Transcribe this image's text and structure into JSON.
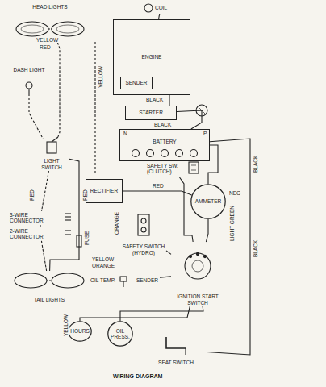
{
  "diagram": {
    "title": "WIRING DIAGRAM",
    "nodes": [
      {
        "text": [
          "HEAD LIGHTS"
        ]
      },
      {
        "text": [
          "COIL"
        ]
      },
      {
        "text": [
          "ENGINE"
        ]
      },
      {
        "text": [
          "SENDER"
        ],
        "in": 2
      },
      {
        "text": [
          "STARTER"
        ]
      },
      {
        "text": [
          "BATTERY"
        ]
      },
      {
        "text": [
          "DASH LIGHT"
        ]
      },
      {
        "text": [
          "LIGHT SWITCH"
        ]
      },
      {
        "text": [
          "SAFETY SW. (CLUTCH)"
        ]
      },
      {
        "text": [
          "RECTIFIER"
        ]
      },
      {
        "text": [
          "AMMETER"
        ]
      },
      {
        "text": [
          "SAFETY SWITCH (HYDRO)"
        ]
      },
      {
        "text": [
          "3-WIRE CONNECTOR"
        ]
      },
      {
        "text": [
          "2-WIRE CONNECTOR"
        ]
      },
      {
        "text": [
          "TAIL LIGHTS"
        ]
      },
      {
        "text": [
          "OIL TEMP.",
          "SENDER"
        ]
      },
      {
        "text": [
          "IGNITION START SWITCH"
        ]
      },
      {
        "text": [
          "HOURS"
        ]
      },
      {
        "text": [
          "OIL PRESS."
        ]
      },
      {
        "text": [
          "SEAT SWITCH"
        ]
      }
    ],
    "edges": [
      {
        "from": 0,
        "to": 7,
        "arrow": "none"
      },
      {
        "from": 6,
        "to": 7,
        "arrow": "none"
      },
      {
        "from": 1,
        "to": 2,
        "arrow": "none"
      },
      {
        "from": 4,
        "to": 5,
        "arrow": "none"
      },
      {
        "from": 5,
        "to": 10,
        "arrow": "none"
      },
      {
        "from": 9,
        "to": 10,
        "arrow": "none"
      },
      {
        "from": 7,
        "to": 14,
        "arrow": "none"
      },
      {
        "from": 10,
        "to": 16,
        "arrow": "none"
      },
      {
        "from": 8,
        "to": 16,
        "arrow": "none"
      },
      {
        "from": 11,
        "to": 16,
        "arrow": "none"
      },
      {
        "from": 16,
        "to": 15,
        "arrow": "none"
      },
      {
        "from": 16,
        "to": 17,
        "arrow": "none"
      },
      {
        "from": 16,
        "to": 18,
        "arrow": "none"
      },
      {
        "from": 5,
        "to": 19,
        "arrow": "none"
      },
      {
        "from": 7,
        "to": 12,
        "arrow": "none"
      },
      {
        "from": 12,
        "to": 13,
        "arrow": "none"
      },
      {
        "from": 13,
        "to": 14,
        "arrow": "none"
      }
    ],
    "labels": [
      "YELLOW",
      "RED",
      "BLACK",
      "N",
      "P",
      "BLACK",
      "YELLOW",
      "BLACK",
      "RED",
      "RED",
      "RED",
      "ORANGE",
      "NEG",
      "LIGHT GREEN",
      "BLACK",
      "FUSE",
      "YELLOW",
      "ORANGE",
      "YELLOW"
    ]
  }
}
